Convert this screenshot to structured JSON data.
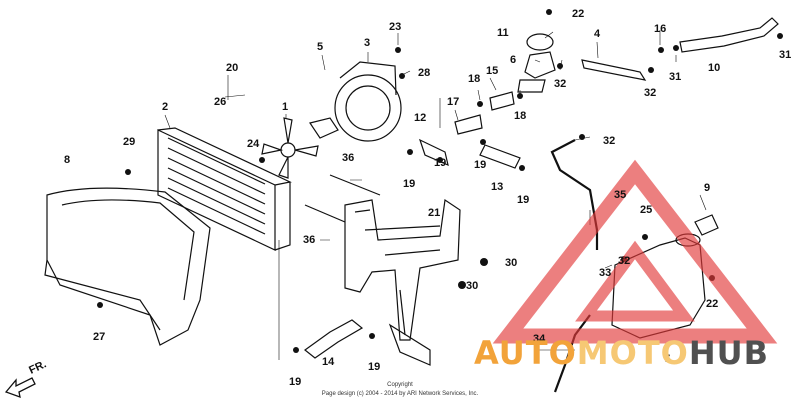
{
  "diagram": {
    "part_numbers": [
      "1",
      "2",
      "3",
      "4",
      "5",
      "6",
      "7",
      "8",
      "9",
      "10",
      "11",
      "12",
      "13",
      "14",
      "15",
      "16",
      "17",
      "18",
      "19",
      "20",
      "21",
      "22",
      "23",
      "24",
      "25",
      "26",
      "27",
      "28",
      "29",
      "30",
      "31",
      "32",
      "33",
      "34",
      "35",
      "36"
    ],
    "direction_label": "FR.",
    "copyright_line1": "Copyright",
    "copyright_line2": "Page design (c) 2004 - 2014 by ARI Network Services, Inc."
  },
  "watermark": {
    "word_part1": "AUTO",
    "word_part2": "MOTO",
    "word_part3": "HUB",
    "colors": {
      "auto": "#f2a33a",
      "moto": "#f6c874",
      "hub": "#505050",
      "triangle": "#e23b3b"
    }
  }
}
